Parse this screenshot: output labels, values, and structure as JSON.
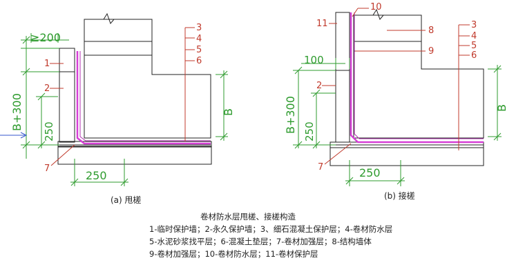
{
  "left": {
    "caption": "(a) 甩槎",
    "dim_top": "≥200",
    "dim_vertical": "B+300",
    "dim_250_v": "250",
    "dim_250_h": "250",
    "dim_b": "B",
    "labels": [
      "1",
      "2",
      "3",
      "4",
      "5",
      "6",
      "7"
    ]
  },
  "right": {
    "caption": "(b) 接槎",
    "dim_100": "100",
    "dim_vertical": "B+300",
    "dim_250_v": "250",
    "dim_250_h": "250",
    "dim_b": "B",
    "labels": [
      "2",
      "3",
      "4",
      "5",
      "6",
      "7",
      "8",
      "9",
      "10",
      "11"
    ]
  },
  "legend": {
    "title": "卷材防水层甩槎、接槎构造",
    "line1": "1-临时保护墙；2-永久保护墙；3、细石混凝土保护层；4-卷材防水层",
    "line2": "5-水泥砂浆找平层；6-混凝土垫层；7-卷材加强层；8-结构墙体",
    "line3": "9-卷材加强层；10-卷材防水层；11-卷材保护层"
  },
  "colors": {
    "membrane": "#d63fd6",
    "dimension": "#2e9b2e",
    "label": "#c0392b"
  }
}
